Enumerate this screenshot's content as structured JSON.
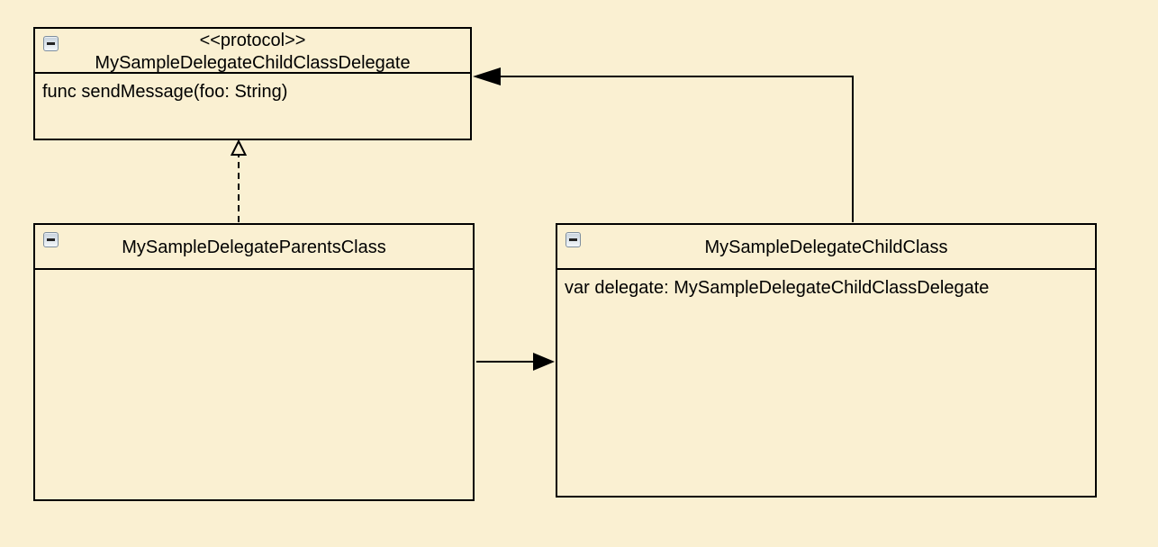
{
  "canvas": {
    "background_color": "#FAF0D2",
    "box_border_color": "#000000",
    "text_color": "#000000"
  },
  "boxes": {
    "protocol": {
      "stereotype": "<<protocol>>",
      "name": "MySampleDelegateChildClassDelegate",
      "members": [
        "func sendMessage(foo: String)"
      ],
      "collapse_icon": "minus"
    },
    "parent": {
      "name": "MySampleDelegateParentsClass",
      "members": [],
      "collapse_icon": "minus"
    },
    "child": {
      "name": "MySampleDelegateChildClass",
      "members": [
        "var delegate: MySampleDelegateChildClassDelegate"
      ],
      "collapse_icon": "minus"
    }
  },
  "edges": [
    {
      "type": "realization",
      "from": "MySampleDelegateParentsClass",
      "to": "MySampleDelegateChildClassDelegate",
      "line_style": "dashed",
      "arrowhead": "hollow-triangle"
    },
    {
      "type": "delegate-reference",
      "from": "MySampleDelegateChildClass",
      "to": "MySampleDelegateChildClassDelegate",
      "line_style": "solid",
      "arrowhead": "filled-triangle"
    },
    {
      "type": "reference",
      "from": "MySampleDelegateParentsClass",
      "to": "MySampleDelegateChildClass",
      "line_style": "solid",
      "arrowhead": "filled-triangle"
    }
  ]
}
